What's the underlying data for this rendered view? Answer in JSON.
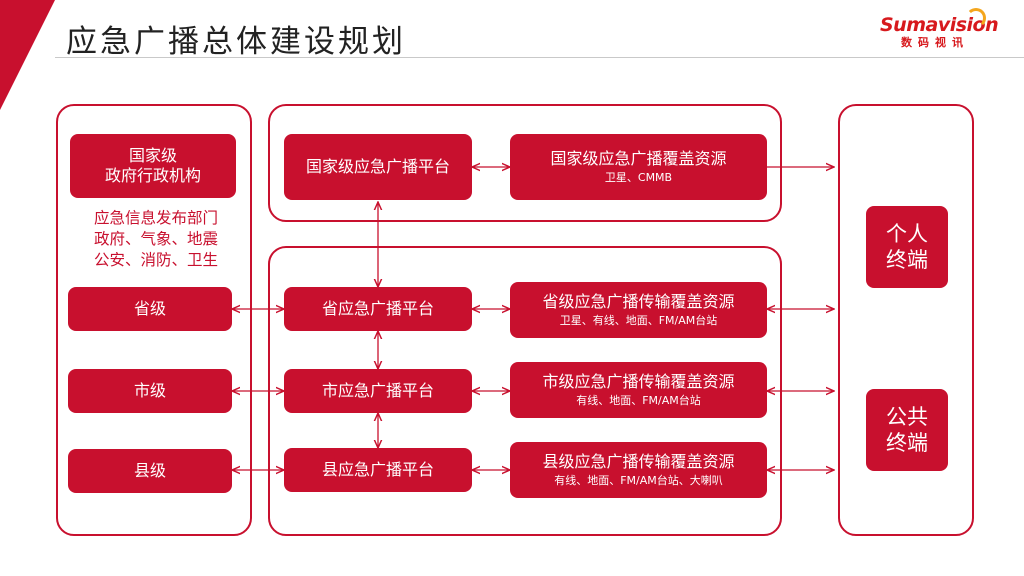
{
  "title": "应急广播总体建设规划",
  "logo": {
    "brand": "Sumavision",
    "sub": "数码视讯"
  },
  "left": {
    "national": [
      "国家级",
      "政府行政机构"
    ],
    "info": [
      "应急信息发布部门",
      "政府、气象、地震",
      "公安、消防、卫生"
    ],
    "province": "省级",
    "city": "市级",
    "county": "县级"
  },
  "platforms": {
    "national": "国家级应急广播平台",
    "province": "省应急广播平台",
    "city": "市应急广播平台",
    "county": "县应急广播平台"
  },
  "resources": {
    "national": {
      "title": "国家级应急广播覆盖资源",
      "detail": "卫星、CMMB"
    },
    "province": {
      "title": "省级应急广播传输覆盖资源",
      "detail": "卫星、有线、地面、FM/AM台站"
    },
    "city": {
      "title": "市级应急广播传输覆盖资源",
      "detail": "有线、地面、FM/AM台站"
    },
    "county": {
      "title": "县级应急广播传输覆盖资源",
      "detail": "有线、地面、FM/AM台站、大喇叭"
    }
  },
  "terminals": {
    "personal": [
      "个人",
      "终端"
    ],
    "public": [
      "公共",
      "终端"
    ]
  },
  "colors": {
    "accent": "#c8102e",
    "logo_accent": "#f4a61d"
  }
}
